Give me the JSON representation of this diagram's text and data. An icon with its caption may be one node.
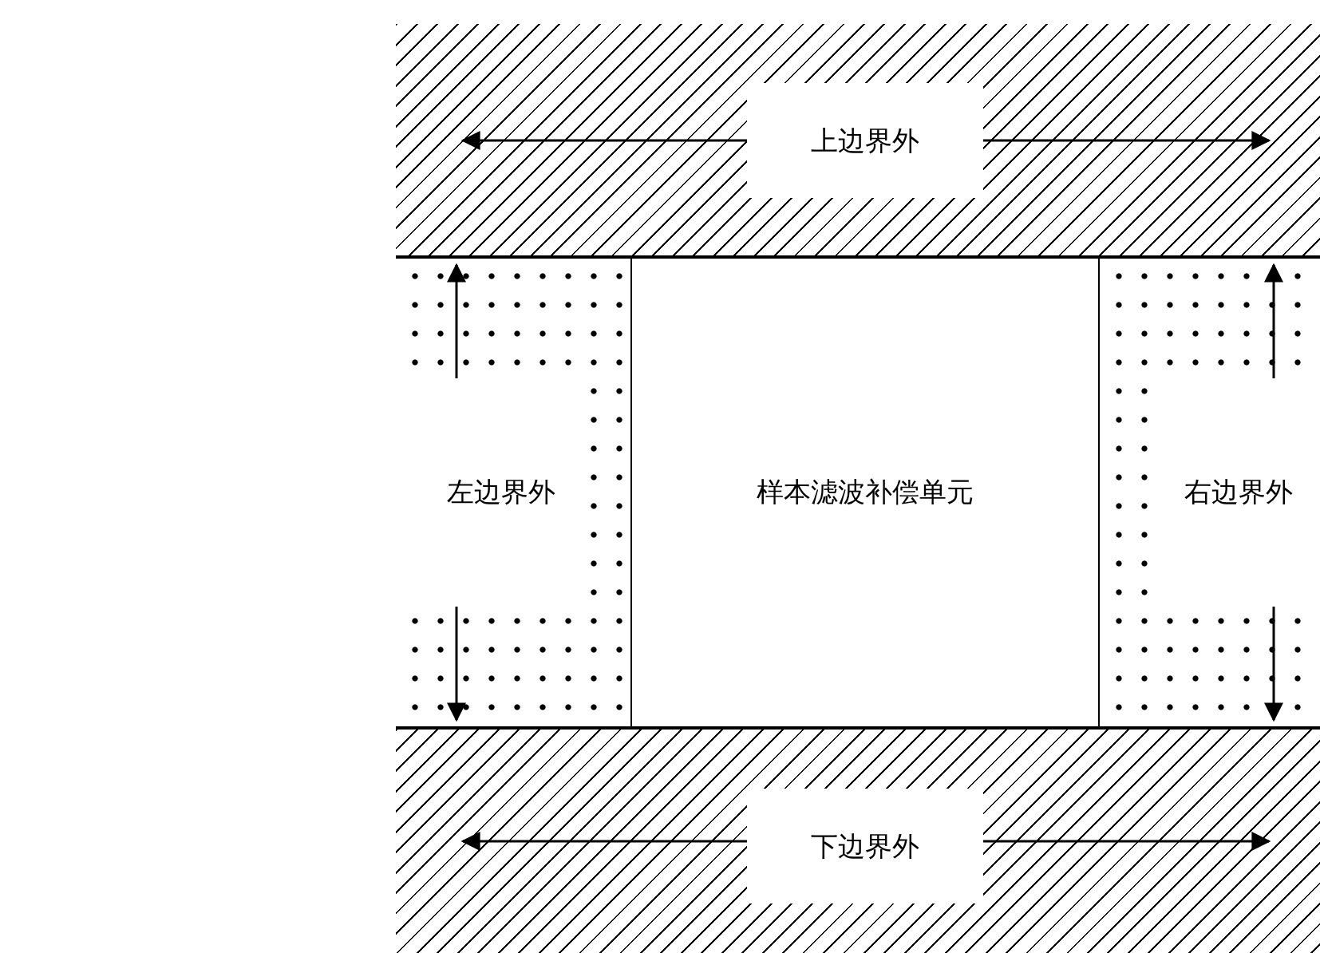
{
  "diagram": {
    "nodes": [
      {
        "text": [
          "上边界外"
        ]
      },
      {
        "text": [
          "左边界外"
        ]
      },
      {
        "text": [
          "样本滤波补偿单元"
        ]
      },
      {
        "text": [
          "右边界外"
        ]
      },
      {
        "text": [
          "下边界外"
        ]
      }
    ]
  }
}
